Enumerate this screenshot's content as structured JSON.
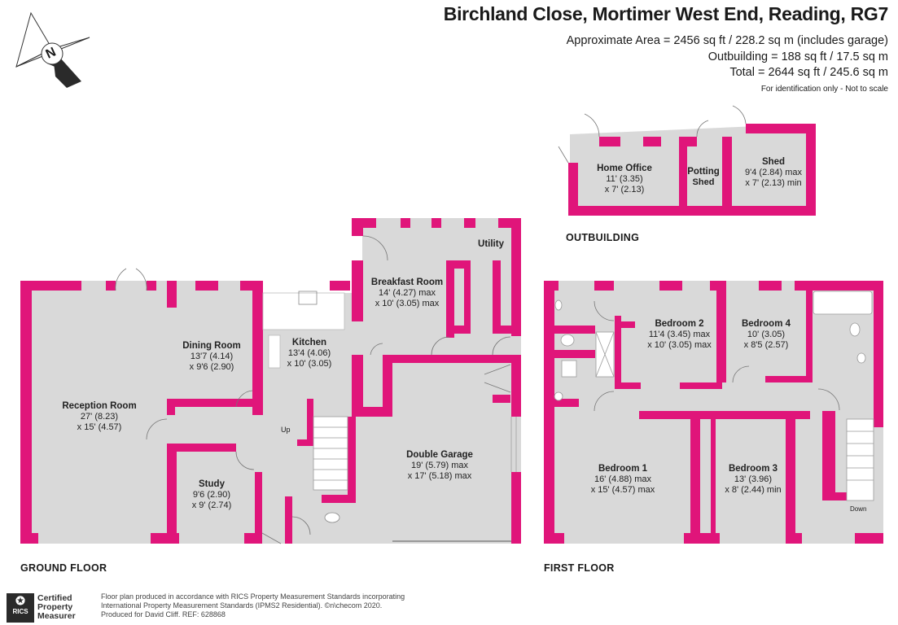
{
  "header": {
    "title": "Birchland Close, Mortimer West End, Reading, RG7",
    "area_lines": [
      "Approximate Area = 2456 sq ft / 228.2 sq m (includes garage)",
      "Outbuilding = 188 sq ft / 17.5 sq m",
      "Total = 2644 sq ft / 245.6 sq m"
    ],
    "note": "For identification only - Not to scale"
  },
  "compass": {
    "letter": "N"
  },
  "floors": {
    "ground": "GROUND FLOOR",
    "first": "FIRST FLOOR",
    "outbuilding": "OUTBUILDING"
  },
  "rooms": {
    "reception": {
      "name": "Reception Room",
      "l1": "27' (8.23)",
      "l2": "x 15' (4.57)"
    },
    "dining": {
      "name": "Dining Room",
      "l1": "13'7 (4.14)",
      "l2": "x 9'6 (2.90)"
    },
    "kitchen": {
      "name": "Kitchen",
      "l1": "13'4 (4.06)",
      "l2": "x 10' (3.05)"
    },
    "breakfast": {
      "name": "Breakfast Room",
      "l1": "14' (4.27) max",
      "l2": "x 10' (3.05) max"
    },
    "utility": {
      "name": "Utility"
    },
    "study": {
      "name": "Study",
      "l1": "9'6 (2.90)",
      "l2": "x 9' (2.74)"
    },
    "garage": {
      "name": "Double Garage",
      "l1": "19' (5.79) max",
      "l2": "x 17' (5.18) max"
    },
    "home_office": {
      "name": "Home Office",
      "l1": "11' (3.35)",
      "l2": "x 7' (2.13)"
    },
    "potting": {
      "name": "Potting",
      "l1": "Shed"
    },
    "shed": {
      "name": "Shed",
      "l1": "9'4 (2.84) max",
      "l2": "x 7' (2.13) min"
    },
    "bed1": {
      "name": "Bedroom 1",
      "l1": "16' (4.88) max",
      "l2": "x 15' (4.57) max"
    },
    "bed2": {
      "name": "Bedroom 2",
      "l1": "11'4 (3.45) max",
      "l2": "x 10' (3.05) max"
    },
    "bed3": {
      "name": "Bedroom 3",
      "l1": "13' (3.96)",
      "l2": "x 8' (2.44) min"
    },
    "bed4": {
      "name": "Bedroom 4",
      "l1": "10' (3.05)",
      "l2": "x 8'5 (2.57)"
    }
  },
  "stairs": {
    "up": "Up",
    "down": "Down"
  },
  "footer": {
    "badge_lines": [
      "Certified",
      "Property",
      "Measurer"
    ],
    "rics": "RICS",
    "lines": [
      "Floor plan produced in accordance with RICS Property Measurement Standards incorporating",
      "International Property Measurement Standards (IPMS2 Residential).  ©n\\checom 2020.",
      "Produced for David Cliff.   REF:  628868"
    ]
  },
  "colors": {
    "wall": "#e0157a",
    "floor": "#d9d9d9",
    "dark": "#2a2a2a"
  }
}
